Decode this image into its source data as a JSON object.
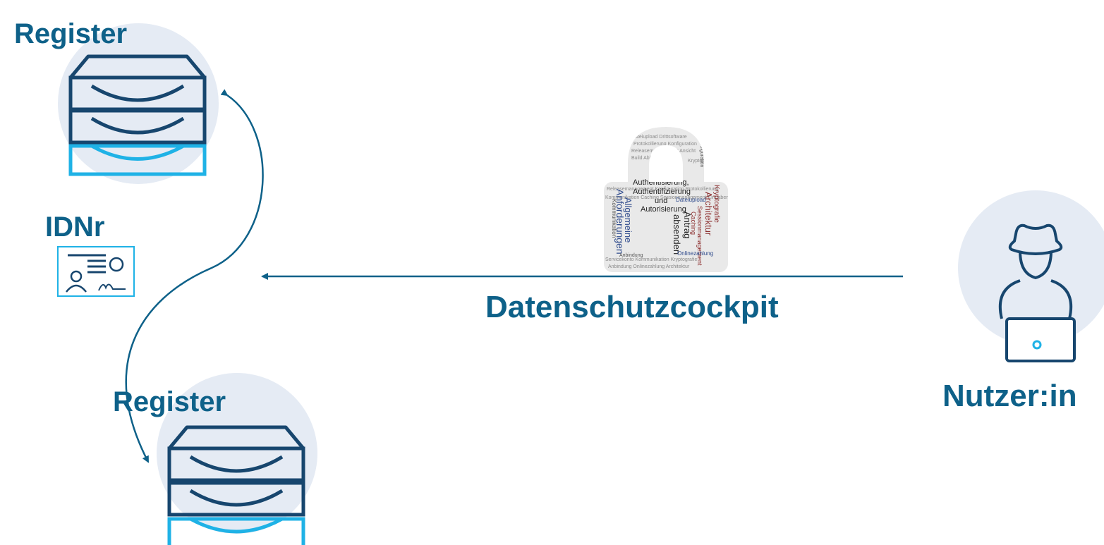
{
  "registers": [
    {
      "label": "Register"
    },
    {
      "label": "Register"
    }
  ],
  "id_number": {
    "label": "IDNr"
  },
  "cockpit": {
    "label": "Datenschutzcockpit"
  },
  "user": {
    "label": "Nutzer:in"
  },
  "word_cloud": {
    "words": [
      "Authentisierung,",
      "Authentifizierung",
      "und",
      "Autorisierung",
      "Allgemeine",
      "Anforderungen",
      "Architektur",
      "Antrag",
      "absenden",
      "Kryptografie",
      "Dateiupload",
      "Onlinezahlung",
      "Servicekonto",
      "Kommunikation",
      "Sessionmanagement",
      "Caching",
      "Anbindung",
      "Konfiguration",
      "Protokollierung",
      "Drittsoftware",
      "Releasemanagement",
      "Kryptografie Architektur"
    ]
  },
  "colors": {
    "accent": "#0e6189",
    "drawer_dark": "#17466e",
    "drawer_light": "#1fb2e6",
    "circle_bg": "#e5ebf4"
  },
  "icons": [
    "register-drawer-icon",
    "id-card-icon",
    "padlock-word-cloud-icon",
    "user-hat-laptop-icon",
    "arrow-left-icon",
    "double-arrow-curve-icon"
  ]
}
